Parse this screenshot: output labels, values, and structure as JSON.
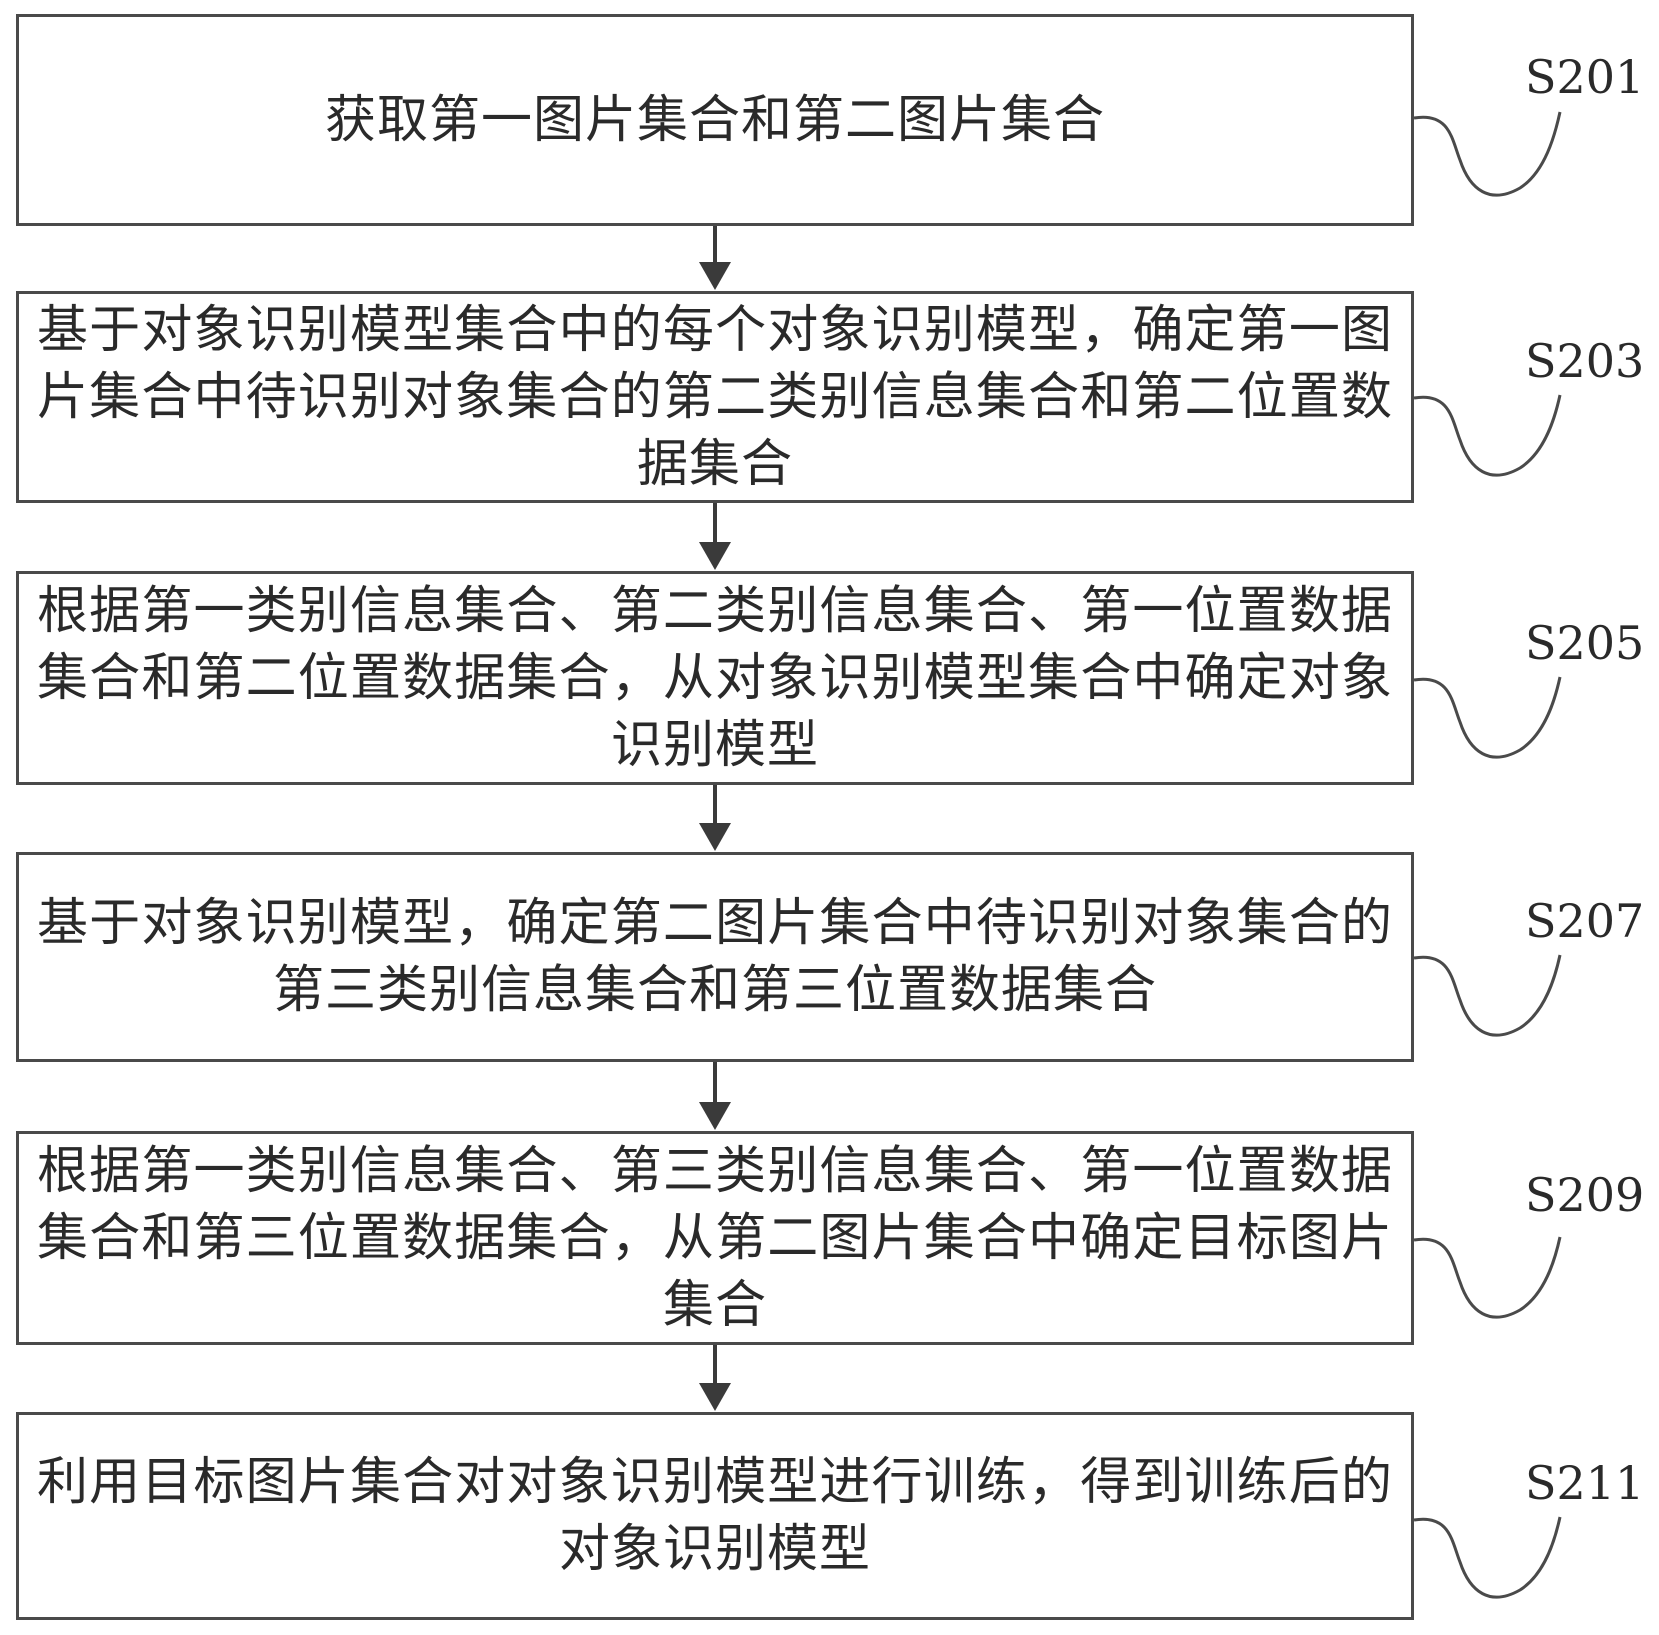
{
  "flowchart": {
    "steps": [
      {
        "id": "S201",
        "label": "S201",
        "text": "获取第一图片集合和第二图片集合"
      },
      {
        "id": "S203",
        "label": "S203",
        "text": "基于对象识别模型集合中的每个对象识别模型，确定第一图片集合中待识别对象集合的第二类别信息集合和第二位置数据集合"
      },
      {
        "id": "S205",
        "label": "S205",
        "text": "根据第一类别信息集合、第二类别信息集合、第一位置数据集合和第二位置数据集合，从对象识别模型集合中确定对象识别模型"
      },
      {
        "id": "S207",
        "label": "S207",
        "text": "基于对象识别模型，确定第二图片集合中待识别对象集合的第三类别信息集合和第三位置数据集合"
      },
      {
        "id": "S209",
        "label": "S209",
        "text": "根据第一类别信息集合、第三类别信息集合、第一位置数据集合和第三位置数据集合，从第二图片集合中确定目标图片集合"
      },
      {
        "id": "S211",
        "label": "S211",
        "text": "利用目标图片集合对对象识别模型进行训练，得到训练后的对象识别模型"
      }
    ],
    "colors": {
      "line": "#4a4a4a",
      "arrow": "#3a3a3a",
      "text": "#2a2a2a",
      "background": "#ffffff"
    }
  }
}
